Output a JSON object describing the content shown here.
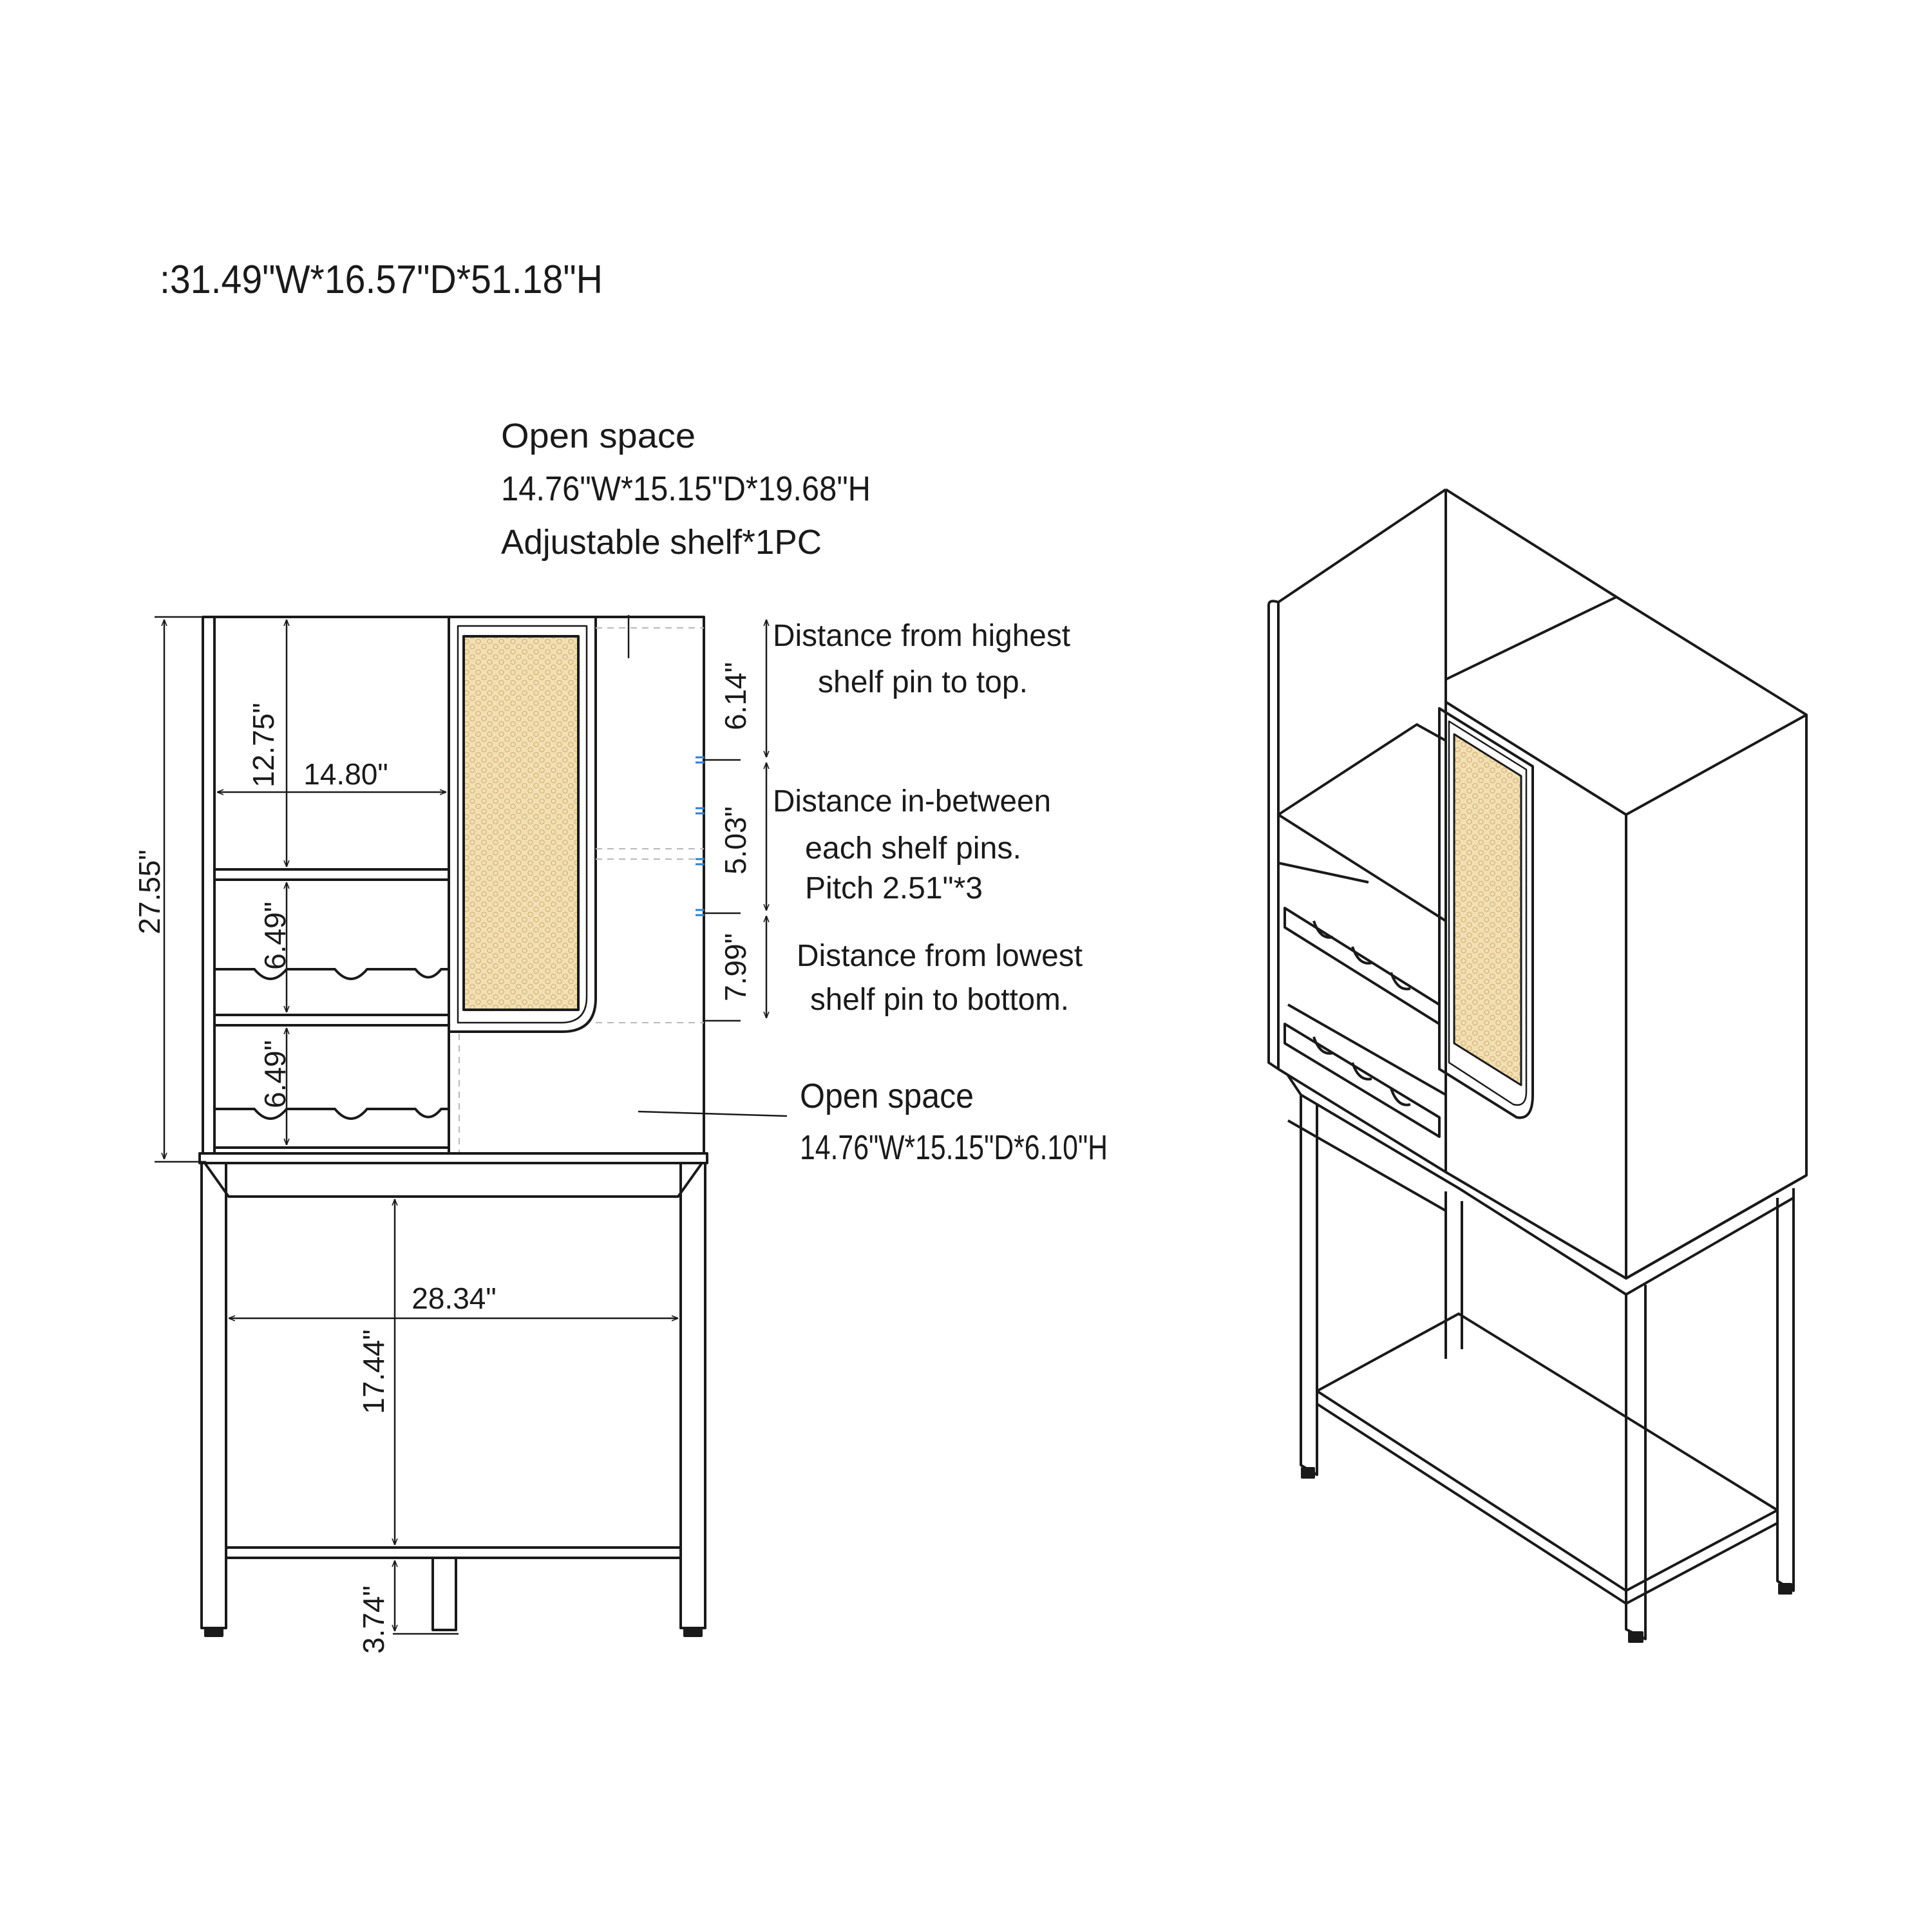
{
  "title": ":31.49\"W*16.57\"D*51.18\"H",
  "callouts": {
    "open_space_top": {
      "line1": "Open space",
      "line2": "14.76\"W*15.15\"D*19.68\"H",
      "line3": "Adjustable shelf*1PC"
    },
    "highest_pin": {
      "line1": "Distance from highest",
      "line2": "shelf pin to top."
    },
    "between_pins": {
      "line1": "Distance in-between",
      "line2": "each shelf pins.",
      "line3": "Pitch 2.51\"*3"
    },
    "lowest_pin": {
      "line1": "Distance from lowest",
      "line2": "shelf pin to bottom."
    },
    "open_space_bottom": {
      "line1": "Open space",
      "line2": "14.76\"W*15.15\"D*6.10\"H"
    }
  },
  "dimensions": {
    "total_upper_height": "27.55\"",
    "top_cubby_height": "12.75\"",
    "cubby_width": "14.80\"",
    "wine_rack_1_height": "6.49\"",
    "wine_rack_2_height": "6.49\"",
    "pin_top": "6.14\"",
    "pin_between": "5.03\"",
    "pin_bottom": "7.99\"",
    "inner_width": "28.34\"",
    "lower_height": "17.44\"",
    "foot_clearance": "3.74\""
  },
  "colors": {
    "line": "#1a1a1a",
    "rattan_fill": "#f2dfb4",
    "rattan_cell": "#d9b77c",
    "pin_marker": "#2a7fd4",
    "hidden_line": "#b8b8b8"
  }
}
